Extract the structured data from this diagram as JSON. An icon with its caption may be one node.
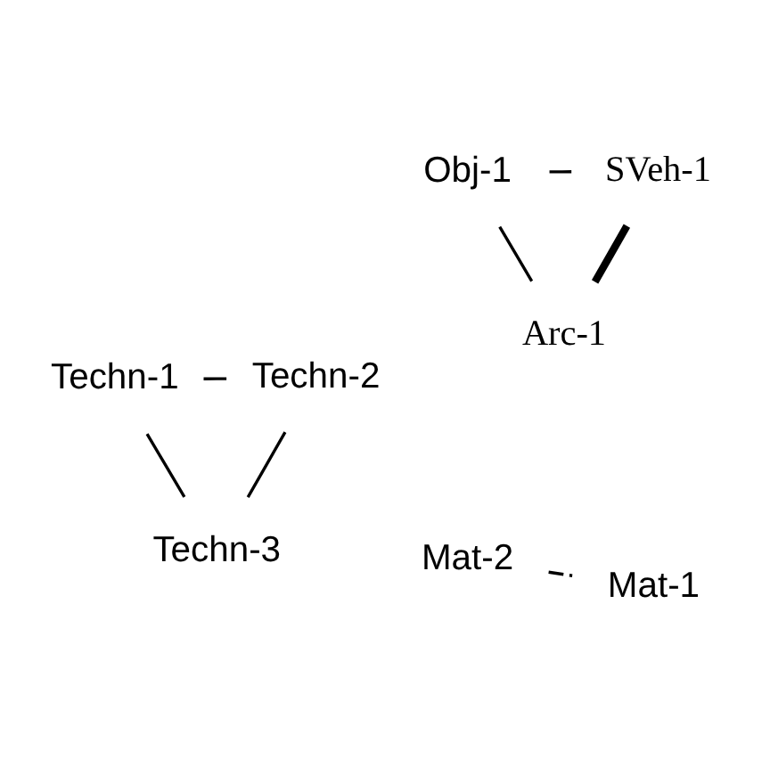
{
  "diagram": {
    "nodes": [
      {
        "text": [
          "Mat-2"
        ]
      },
      {
        "text": [
          "Mat-1"
        ]
      },
      {
        "text": [
          "Obj-1"
        ]
      },
      {
        "text": [
          "SVeh-1"
        ]
      },
      {
        "text": [
          "Arc-1"
        ]
      },
      {
        "text": [
          "Techn-1"
        ]
      },
      {
        "text": [
          "Techn-2"
        ]
      },
      {
        "text": [
          "Techn-3"
        ]
      }
    ],
    "edges": [
      {
        "from": 0,
        "to": 1,
        "arrow": "none",
        "style": "dashed"
      },
      {
        "from": 2,
        "to": 3,
        "arrow": "none"
      },
      {
        "from": 2,
        "to": 4,
        "arrow": "none"
      },
      {
        "from": 3,
        "to": 4,
        "arrow": "none",
        "style": "thick"
      },
      {
        "from": 5,
        "to": 6,
        "arrow": "none"
      },
      {
        "from": 6,
        "to": 7,
        "arrow": "none"
      },
      {
        "from": 5,
        "to": 7,
        "arrow": "none"
      }
    ]
  }
}
